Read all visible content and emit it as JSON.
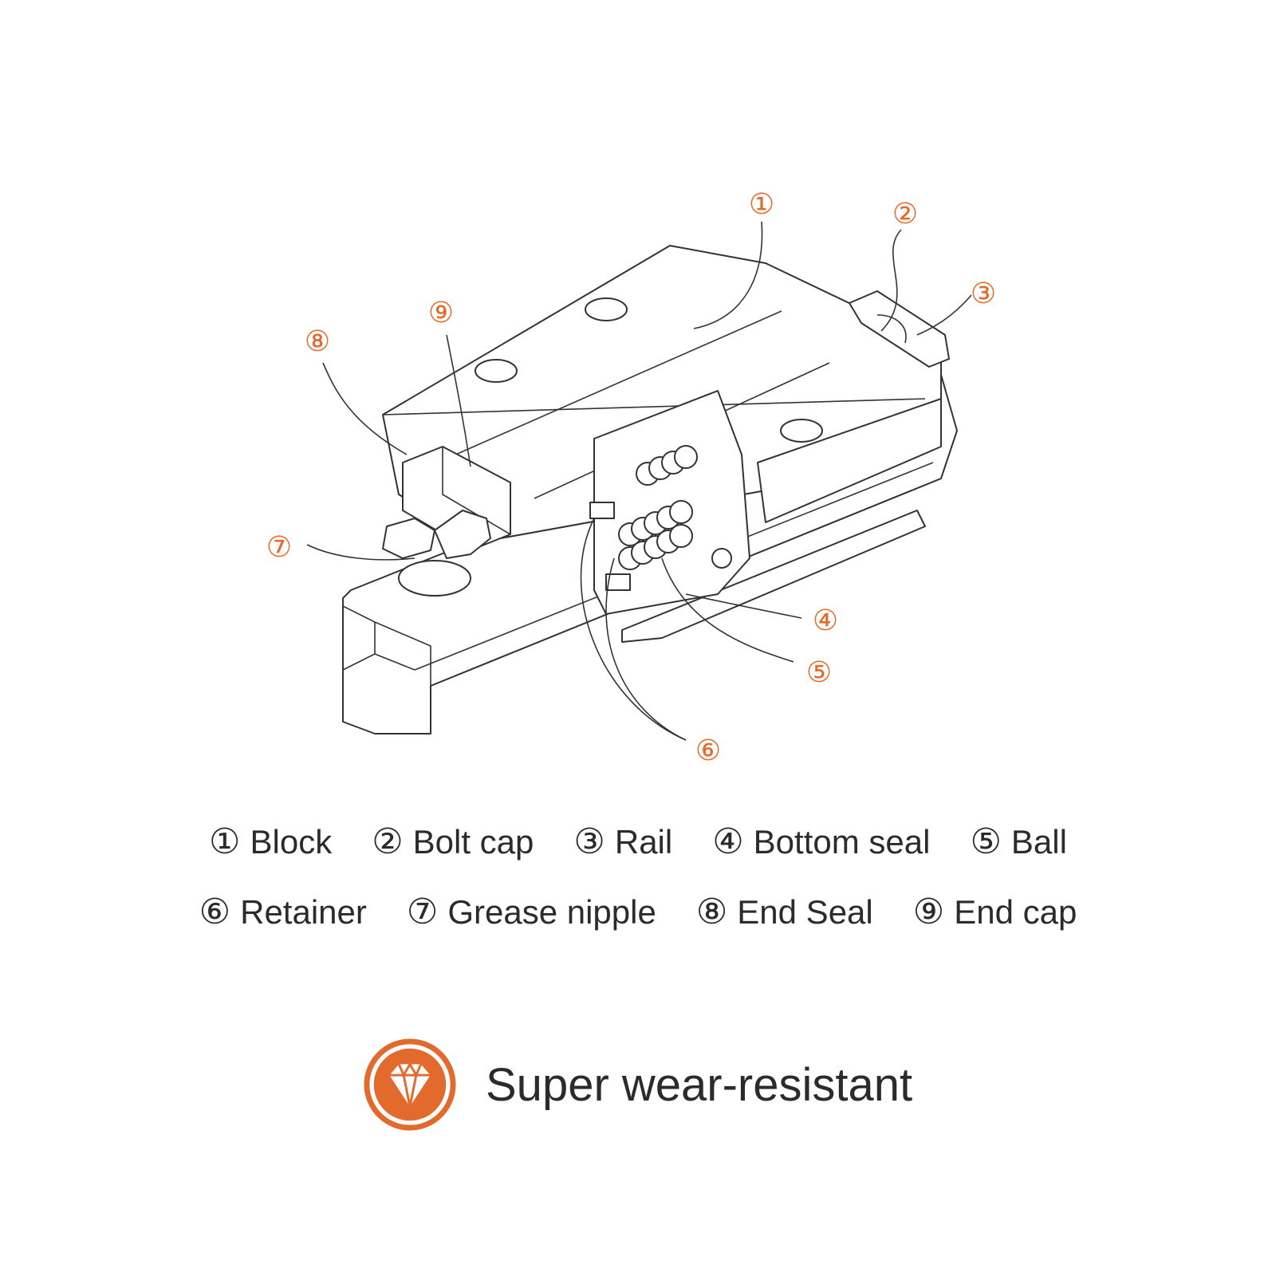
{
  "accent_color": "#e26a2c",
  "callouts": [
    {
      "num": "①"
    },
    {
      "num": "②"
    },
    {
      "num": "③"
    },
    {
      "num": "④"
    },
    {
      "num": "⑤"
    },
    {
      "num": "⑥"
    },
    {
      "num": "⑦"
    },
    {
      "num": "⑧"
    },
    {
      "num": "⑨"
    }
  ],
  "legend": [
    {
      "num": "①",
      "label": "Block"
    },
    {
      "num": "②",
      "label": "Bolt cap"
    },
    {
      "num": "③",
      "label": "Rail"
    },
    {
      "num": "④",
      "label": "Bottom seal"
    },
    {
      "num": "⑤",
      "label": "Ball"
    },
    {
      "num": "⑥",
      "label": "Retainer"
    },
    {
      "num": "⑦",
      "label": "Grease nipple"
    },
    {
      "num": "⑧",
      "label": "End Seal"
    },
    {
      "num": "⑨",
      "label": "End cap"
    }
  ],
  "feature": {
    "icon": "diamond-icon",
    "text": "Super wear-resistant"
  }
}
